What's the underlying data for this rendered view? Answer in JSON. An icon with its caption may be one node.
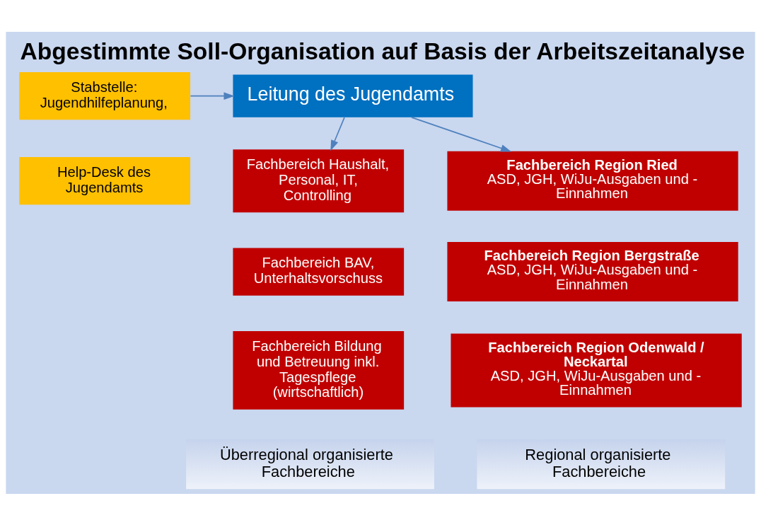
{
  "diagram": {
    "title": "Abgestimmte Soll-Organisation auf Basis der Arbeitszeitanalyse",
    "nodes": [
      {
        "text": [
          "Stabstelle: Jugendhilfeplanung,"
        ]
      },
      {
        "text": [
          "Leitung des Jugendamts"
        ]
      },
      {
        "text": [
          "Help-Desk des Jugendamts"
        ]
      },
      {
        "text": [
          "Fachbereich Haushalt, Personal, IT, Controlling"
        ]
      },
      {
        "text": [
          "Fachbereich BAV, Unterhaltsvorschuss"
        ]
      },
      {
        "text": [
          "Fachbereich Bildung und Betreuung inkl. Tagespflege (wirtschaftlich)"
        ]
      },
      {
        "text": [
          "Fachbereich Region Ried",
          "ASD, JGH, WiJu-Ausgaben und - Einnahmen"
        ]
      },
      {
        "text": [
          "Fachbereich Region Bergstraße",
          "ASD, JGH, WiJu-Ausgaben und - Einnahmen"
        ]
      },
      {
        "text": [
          "Fachbereich Region Odenwald / Neckartal",
          "ASD, JGH, WiJu-Ausgaben und - Einnahmen"
        ]
      },
      {
        "text": [
          "Überregional organisierte Fachbereiche"
        ]
      },
      {
        "text": [
          "Regional organisierte Fachbereiche"
        ]
      }
    ],
    "edges": [
      {
        "from": 0,
        "to": 1,
        "arrow": "to"
      },
      {
        "from": 1,
        "to": 3,
        "arrow": "to"
      },
      {
        "from": 1,
        "to": 6,
        "arrow": "to"
      }
    ]
  }
}
